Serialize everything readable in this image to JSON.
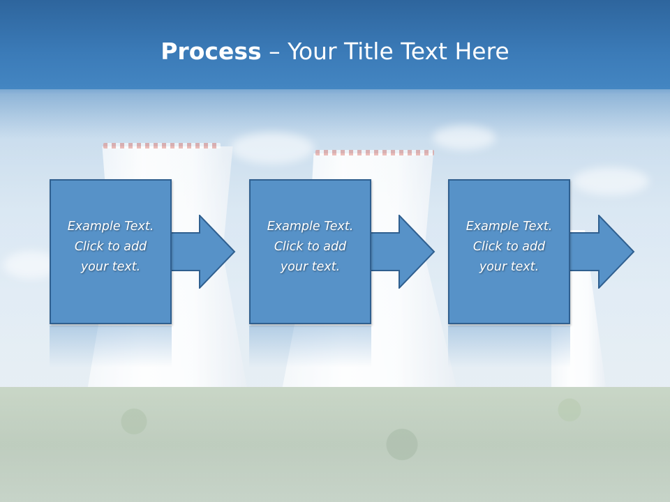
{
  "slide": {
    "title_bold": "Process",
    "title_rest": " – Your Title Text Here"
  },
  "steps": [
    {
      "line1": "Example Text.",
      "line2": "Click  to add",
      "line3": "your text."
    },
    {
      "line1": "Example Text.",
      "line2": "Click  to add",
      "line3": "your text."
    },
    {
      "line1": "Example Text.",
      "line2": "Click  to add",
      "line3": "your text."
    }
  ],
  "colors": {
    "title_bar": "#3b7bb8",
    "step_fill": "#5792c8",
    "step_border": "#2f5f8f",
    "text": "#ffffff"
  },
  "icons": [
    "right-arrow-icon"
  ]
}
